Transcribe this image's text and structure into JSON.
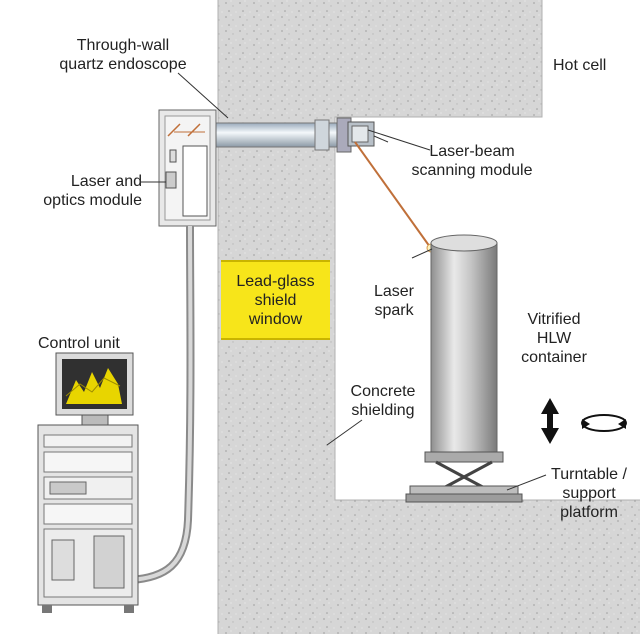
{
  "labels": {
    "endoscope": "Through-wall\nquartz endoscope",
    "hot_cell": "Hot cell",
    "laser_optics": "Laser and\noptics module",
    "scanning": "Laser-beam\nscanning module",
    "window": "Lead-glass\nshield\nwindow",
    "laser_spark": "Laser\nspark",
    "container": "Vitrified\nHLW\ncontainer",
    "control_unit": "Control unit",
    "concrete": "Concrete\nshielding",
    "turntable": "Turntable /\nsupport\nplatform"
  },
  "colors": {
    "concrete": "#d6d6d6",
    "window": "#f7e51a",
    "screen": "#e8d500",
    "laser": "#c0703a"
  },
  "icons": {
    "vertical_motion": "up-down-arrow-icon",
    "rotation": "rotation-arrow-icon"
  }
}
